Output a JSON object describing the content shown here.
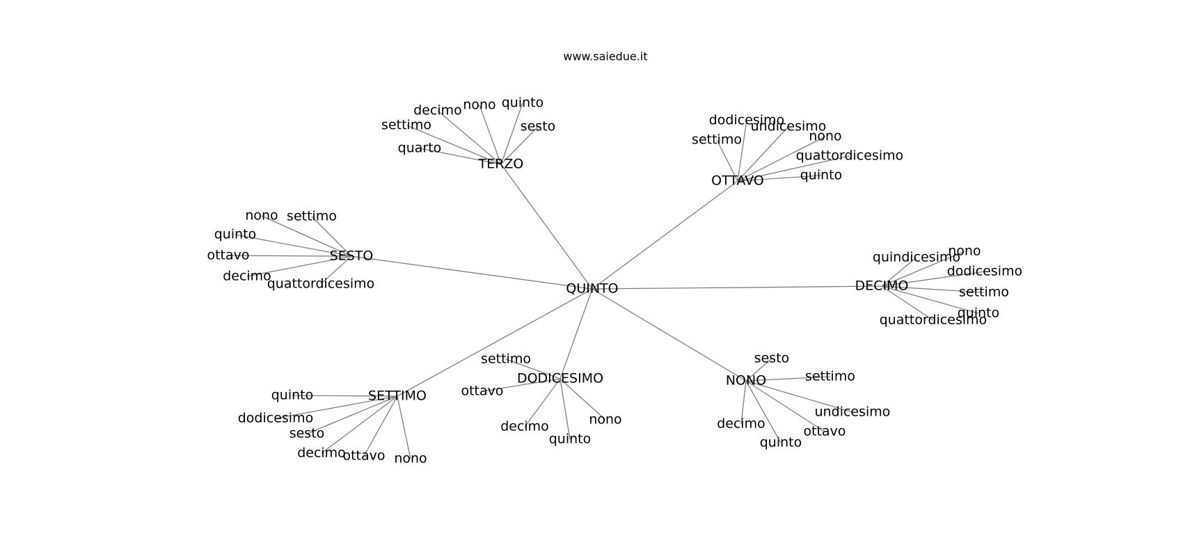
{
  "site_label": "www.saiedue.it",
  "graph": {
    "root": "QUINTO",
    "clusters": [
      {
        "hub": "TERZO",
        "leaves": [
          "decimo",
          "nono",
          "quinto",
          "settimo",
          "sesto",
          "quarto"
        ]
      },
      {
        "hub": "OTTAVO",
        "leaves": [
          "dodicesimo",
          "undicesimo",
          "nono",
          "quattordicesimo",
          "quinto",
          "settimo"
        ]
      },
      {
        "hub": "SESTO",
        "leaves": [
          "nono",
          "settimo",
          "quinto",
          "ottavo",
          "decimo",
          "quattordicesimo"
        ]
      },
      {
        "hub": "DECIMO",
        "leaves": [
          "quindicesimo",
          "nono",
          "dodicesimo",
          "settimo",
          "quinto",
          "quattordicesimo"
        ]
      },
      {
        "hub": "DODICESIMO",
        "leaves": [
          "settimo",
          "ottavo",
          "decimo",
          "quinto",
          "nono"
        ]
      },
      {
        "hub": "NONO",
        "leaves": [
          "sesto",
          "settimo",
          "undicesimo",
          "decimo",
          "ottavo",
          "quinto"
        ]
      },
      {
        "hub": "SETTIMO",
        "leaves": [
          "quinto",
          "dodicesimo",
          "sesto",
          "decimo",
          "ottavo",
          "nono"
        ]
      }
    ]
  }
}
